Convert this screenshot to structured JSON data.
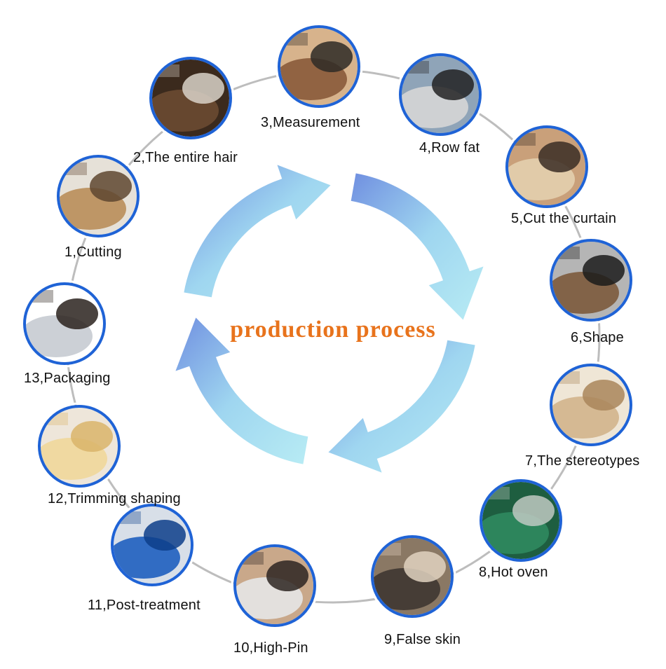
{
  "title": "production process",
  "steps": [
    {
      "label": "1,Cutting",
      "photo": "cutting-machine"
    },
    {
      "label": "2,The entire hair",
      "photo": "hair-comb"
    },
    {
      "label": "3,Measurement",
      "photo": "weighing-scale"
    },
    {
      "label": "4,Row fat",
      "photo": "sewing-machines"
    },
    {
      "label": "5,Cut the curtain",
      "photo": "hair-weft"
    },
    {
      "label": "6,Shape",
      "photo": "press-machine"
    },
    {
      "label": "7,The stereotypes",
      "photo": "paper-rolls"
    },
    {
      "label": "8,Hot oven",
      "photo": "green-oven"
    },
    {
      "label": "9,False skin",
      "photo": "sewing-skin"
    },
    {
      "label": "10,High-Pin",
      "photo": "hand-tying"
    },
    {
      "label": "11,Post-treatment",
      "photo": "blue-barrel"
    },
    {
      "label": "12,Trimming shaping",
      "photo": "blonde-wig"
    },
    {
      "label": "13,Packaging",
      "photo": "packaged-hair"
    }
  ],
  "colors": {
    "ring": "#bdbdbd",
    "badge_border": "#1f63d6",
    "arrow_light": "#a8e8f0",
    "arrow_dark": "#6f8ee0",
    "title": "#e8731c"
  }
}
